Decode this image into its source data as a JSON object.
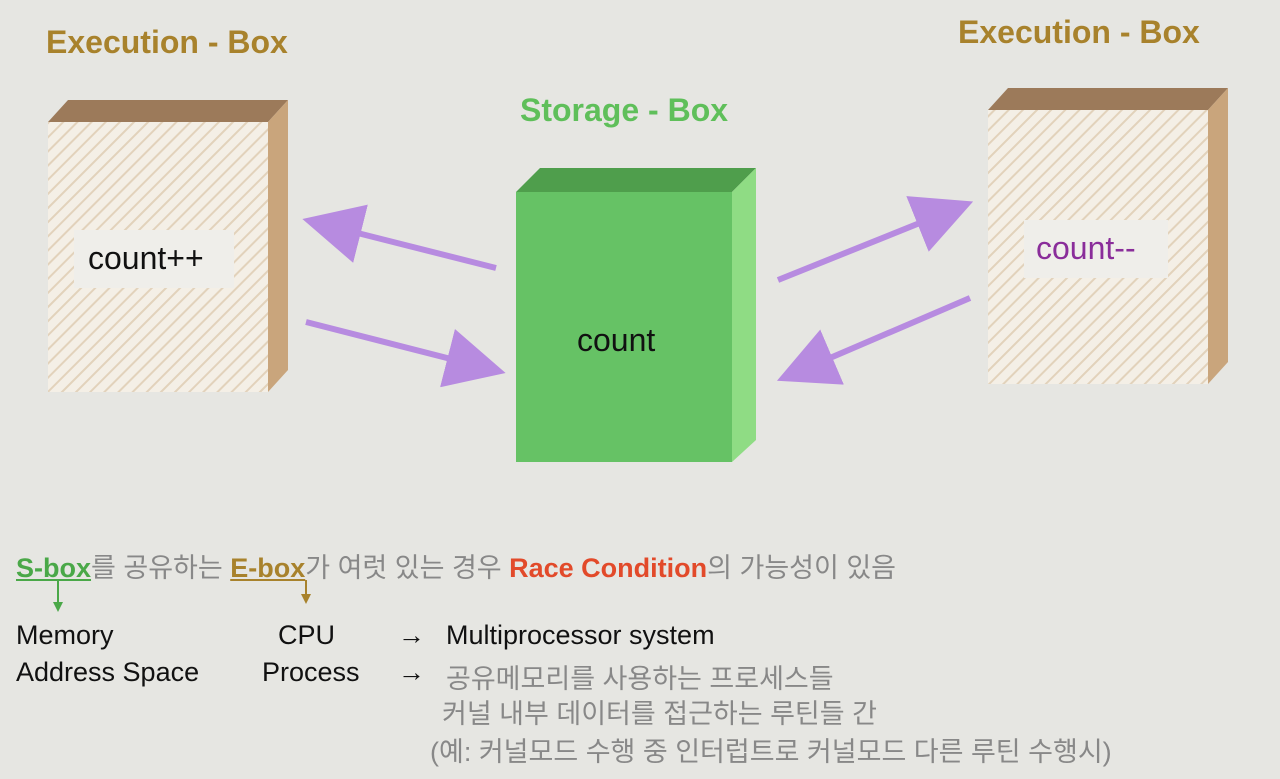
{
  "titles": {
    "exec_left": "Execution - Box",
    "exec_right": "Execution - Box",
    "storage": "Storage - Box"
  },
  "boxes": {
    "left_label": "count++",
    "center_label": "count",
    "right_label": "count--"
  },
  "statement": {
    "sbox": "S-box",
    "part1": "를 공유하는 ",
    "ebox": "E-box",
    "part2": "가 여럿 있는 경우 ",
    "race": "Race Condition",
    "part3": "의 가능성이 있음"
  },
  "mapping": {
    "sbox_line1": "Memory",
    "sbox_line2": "Address Space",
    "ebox_line1": "CPU",
    "ebox_line2": "Process",
    "arrow": "→",
    "result1": "Multiprocessor system",
    "result2": "공유메모리를 사용하는 프로세스들",
    "result3": "커널 내부 데이터를 접근하는 루틴들 간",
    "result4": "(예: 커널모드 수행 중 인터럽트로 커널모드 다른 루틴 수행시)"
  },
  "colors": {
    "background": "#e6e6e2",
    "exec_title": "#a8822c",
    "storage_title": "#5fbf5a",
    "storage_box": "#66c265",
    "exec_box_top": "#9c7a5a",
    "exec_box_side": "#c9a57c",
    "arrows": "#b78be0",
    "race": "#e24a2a"
  }
}
